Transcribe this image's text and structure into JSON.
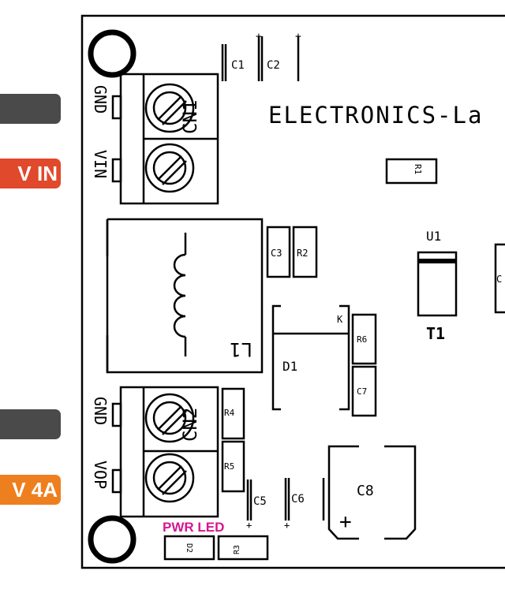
{
  "board": {
    "title": "ELECTRONICS-La",
    "pwr_led_label": "PWR LED"
  },
  "labels": {
    "gnd": "GND",
    "vin": "VIN",
    "vop": "VOP",
    "cn1": "CN1",
    "cn2": "CN2",
    "l1": "L1",
    "d1": "D1",
    "k": "K",
    "u1": "U1",
    "t1": "T1",
    "c1": "C1",
    "c2": "C2",
    "c3": "C3",
    "c5": "C5",
    "c6": "C6",
    "c7": "C7",
    "c8": "C8",
    "c_partial": "C",
    "r1": "R1",
    "r2": "R2",
    "r3": "R3",
    "r4": "R4",
    "r5": "R5",
    "r6": "R6",
    "d2": "D2",
    "plus": "+"
  },
  "side_tags": {
    "top_dark": "",
    "vin_tag": "V IN",
    "bottom_dark": "",
    "vop_tag": "V 4A"
  },
  "colors": {
    "dark_tag": "#4a4a4a",
    "red_tag": "#e0492b",
    "orange_tag": "#ee7f1f",
    "pwr_led": "#d4178f"
  }
}
